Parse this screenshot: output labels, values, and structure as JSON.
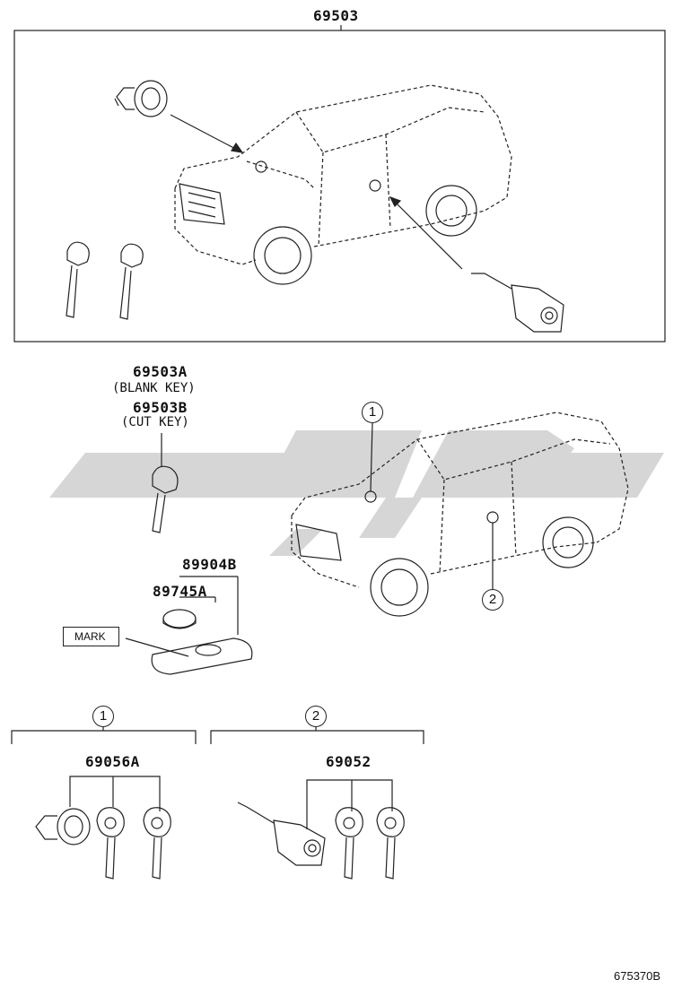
{
  "parts": {
    "top_set": "69503",
    "blank_key": "69503A",
    "blank_key_note": "(BLANK KEY)",
    "cut_key": "69503B",
    "cut_key_note": "(CUT KEY)",
    "remote": "89904B",
    "battery": "89745A",
    "mark_label": "MARK",
    "set_1": "69056A",
    "set_2": "69052"
  },
  "callouts": {
    "one": "1",
    "two": "2"
  },
  "figure_number": "675370B",
  "colors": {
    "line": "#222222",
    "watermark": "#cfcfcf"
  }
}
